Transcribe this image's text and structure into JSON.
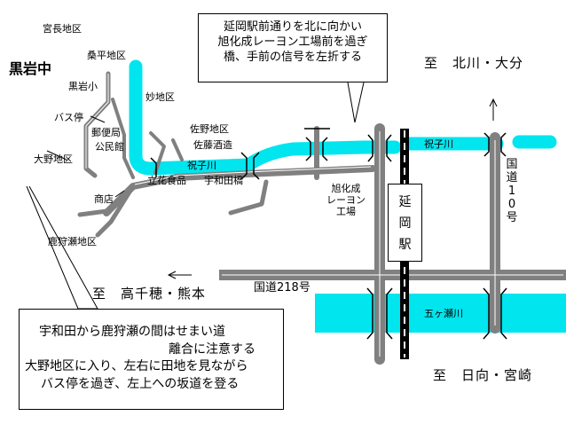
{
  "title_place": "黒岩中",
  "areas": {
    "miyanaga": "宮長地区",
    "kuwahira": "桑平地区",
    "myo": "妙地区",
    "kuroiwa_sho": "黒岩小",
    "bus_stop": "バス停",
    "post_office": "郵便局",
    "community_hall": "公民館",
    "ono": "大野地区",
    "sano": "佐野地区",
    "sato_brewery": "佐藤酒造",
    "shop": "商店",
    "tachibana_foods": "立花食品",
    "uwada_bridge": "宇和田橋",
    "kagariseto": "鹿狩瀬地区",
    "asahi_kasei": "旭化成\nレーヨン\n工場"
  },
  "rivers": {
    "gokase_upper": "祝子川",
    "hoshiko_right": "祝子川",
    "gokase": "五ヶ瀬川"
  },
  "roads": {
    "route10": "国道10号",
    "route218": "国道218号"
  },
  "station": "延岡駅",
  "destinations": {
    "north": "至　北川・大分",
    "west": "至　高千穂・熊本",
    "south": "至　日向・宮崎"
  },
  "callouts": {
    "top": [
      "延岡駅前通りを北に向かい",
      "旭化成レーヨン工場前を過ぎ",
      "橋、手前の信号を左折する"
    ],
    "bottom": [
      "宇和田から鹿狩瀬の間はせまい道",
      "離合に注意する",
      "大野地区に入り、左右に田地を見ながら",
      "バス停を過ぎ、左上への坂道を登る"
    ]
  },
  "colors": {
    "river": "#00e5ee",
    "road": "#808080",
    "rail": "#000000",
    "background": "#ffffff"
  }
}
